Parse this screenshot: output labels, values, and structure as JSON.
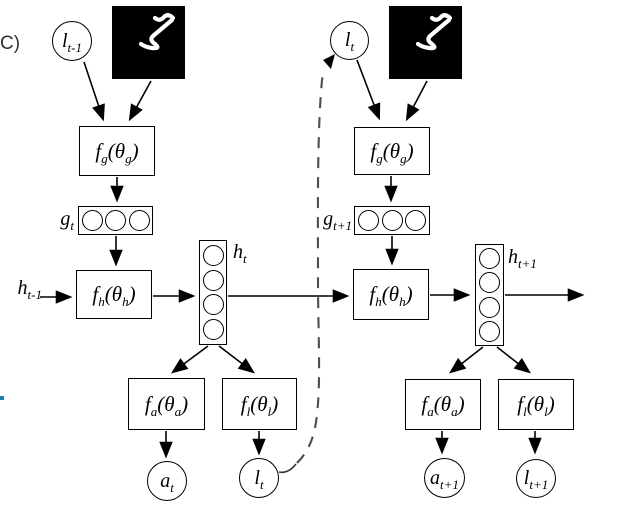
{
  "panel": {
    "label": "C)"
  },
  "colors": {
    "stroke": "#000000",
    "dashed": "#4d4d4d",
    "edge_tick": "#1f7fae",
    "mnist_bg": "#000000",
    "mnist_digit": "#ffffff"
  },
  "glimpse_image": "handwritten-digit-5",
  "hidden_input": {
    "base": "h",
    "sub": "t-1"
  },
  "columns": [
    {
      "location_node": {
        "base": "l",
        "sub": "t-1"
      },
      "glimpse_net": {
        "base": "f",
        "sub": "g",
        "mid": "(θ",
        "sub2": "g",
        "end": ")"
      },
      "glimpse_vec": {
        "base": "g",
        "sub": "t"
      },
      "glimpse_units": 3,
      "core_net": {
        "base": "f",
        "sub": "h",
        "mid": "(θ",
        "sub2": "h",
        "end": ")"
      },
      "hidden_units": 4,
      "hidden_state": {
        "base": "h",
        "sub": "t"
      },
      "action_net": {
        "base": "f",
        "sub": "a",
        "mid": "(θ",
        "sub2": "a",
        "end": ")"
      },
      "location_net": {
        "base": "f",
        "sub": "l",
        "mid": "(θ",
        "sub2": "l",
        "end": ")"
      },
      "action_node": {
        "base": "a",
        "sub": "t"
      },
      "location_out_node": {
        "base": "l",
        "sub": "t"
      }
    },
    {
      "location_node": {
        "base": "l",
        "sub": "t"
      },
      "glimpse_net": {
        "base": "f",
        "sub": "g",
        "mid": "(θ",
        "sub2": "g",
        "end": ")"
      },
      "glimpse_vec": {
        "base": "g",
        "sub": "t+1"
      },
      "glimpse_units": 3,
      "core_net": {
        "base": "f",
        "sub": "h",
        "mid": "(θ",
        "sub2": "h",
        "end": ")"
      },
      "hidden_units": 4,
      "hidden_state": {
        "base": "h",
        "sub": "t+1"
      },
      "action_net": {
        "base": "f",
        "sub": "a",
        "mid": "(θ",
        "sub2": "a",
        "end": ")"
      },
      "location_net": {
        "base": "f",
        "sub": "l",
        "mid": "(θ",
        "sub2": "l",
        "end": ")"
      },
      "action_node": {
        "base": "a",
        "sub": "t+1"
      },
      "location_out_node": {
        "base": "l",
        "sub": "t+1"
      }
    }
  ]
}
